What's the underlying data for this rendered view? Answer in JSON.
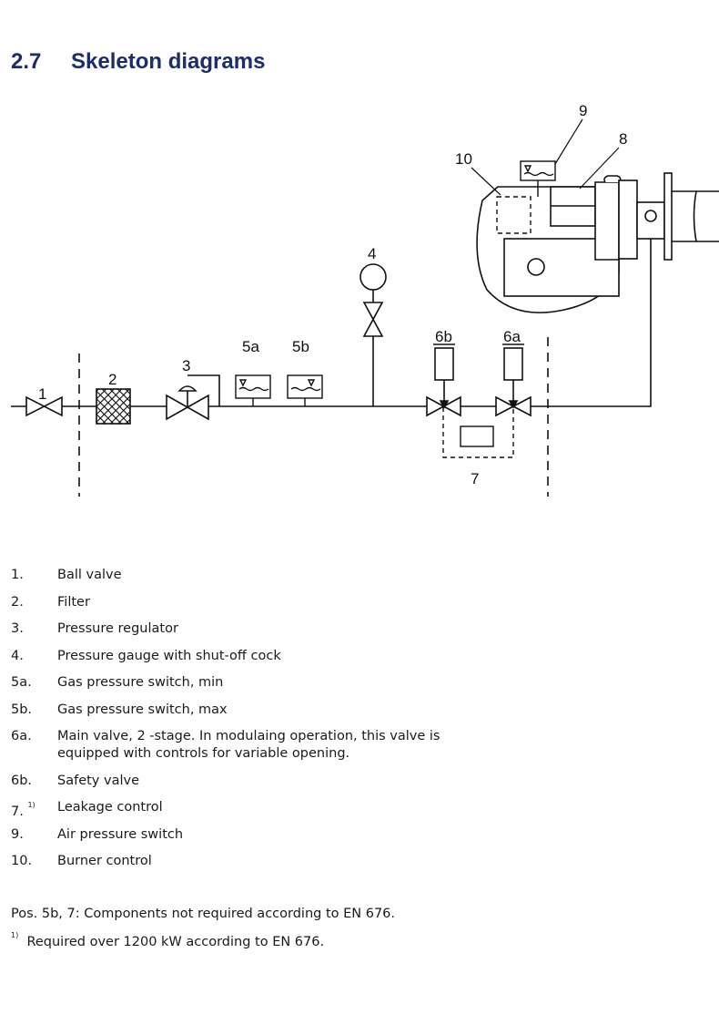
{
  "section": {
    "number": "2.7",
    "title": "Skeleton diagrams"
  },
  "diagram": {
    "labels": {
      "l1": "1",
      "l2": "2",
      "l3": "3",
      "l4": "4",
      "l5a": "5a",
      "l5b": "5b",
      "l6a": "6a",
      "l6b": "6b",
      "l7": "7",
      "l8": "8",
      "l9": "9",
      "l10": "10"
    }
  },
  "legend": [
    {
      "key": "1.",
      "sup": "",
      "text": "Ball valve"
    },
    {
      "key": "2.",
      "sup": "",
      "text": "Filter"
    },
    {
      "key": "3.",
      "sup": "",
      "text": "Pressure regulator"
    },
    {
      "key": "4.",
      "sup": "",
      "text": "Pressure gauge with shut-off cock"
    },
    {
      "key": "5a.",
      "sup": "",
      "text": "Gas pressure switch, min"
    },
    {
      "key": "5b.",
      "sup": "",
      "text": "Gas pressure switch, max"
    },
    {
      "key": "6a.",
      "sup": "",
      "text": "Main valve, 2 -stage. In modulaing operation, this valve is equipped with controls for variable opening."
    },
    {
      "key": "6b.",
      "sup": "",
      "text": "Safety valve"
    },
    {
      "key": "7.",
      "sup": "1)",
      "text": "Leakage control"
    },
    {
      "key": "9.",
      "sup": "",
      "text": "Air pressure switch"
    },
    {
      "key": "10.",
      "sup": "",
      "text": "Burner control"
    }
  ],
  "notes": {
    "components": "Pos. 5b, 7: Components not required according to EN 676.",
    "footnote_mark": "1)",
    "footnote": "Required over 1200 kW according to EN 676."
  }
}
